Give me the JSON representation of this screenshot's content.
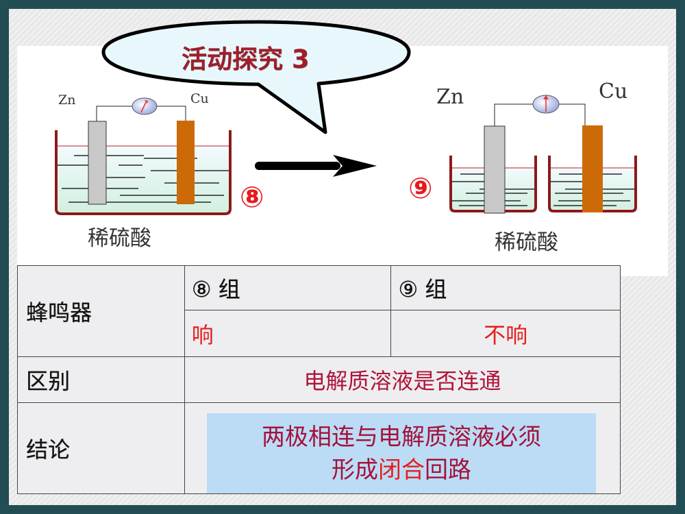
{
  "slide": {
    "title_bubble": "活动探究 3",
    "colors": {
      "frame": "#234d54",
      "title_text": "#a01e2a",
      "circle_numbers": "#e8191f",
      "zinc": "#c8c8c8",
      "copper": "#cc6a08",
      "beaker_outline": "#8b1a1a",
      "highlight_box": "#bcdcf6",
      "red_text": "#e61e1e",
      "crimson_text": "#b0143a"
    }
  },
  "diagram_left": {
    "label_zn": "Zn",
    "label_cu": "Cu",
    "number": "⑧",
    "solution": "稀硫酸"
  },
  "diagram_right": {
    "label_zn": "Zn",
    "label_cu": "Cu",
    "number": "⑨",
    "solution": "稀硫酸"
  },
  "table": {
    "row_buzzer": {
      "label": "蜂鸣器",
      "group8_header": "⑧ 组",
      "group9_header": "⑨ 组",
      "group8_value": "响",
      "group9_value": "不响"
    },
    "row_difference": {
      "label": "区别",
      "value": "电解质溶液是否连通"
    },
    "row_conclusion": {
      "label": "结论",
      "line1": "两极相连与电解质溶液必须",
      "line2_pre": "形成",
      "line2_highlight": "闭合",
      "line2_post": "回路"
    }
  }
}
